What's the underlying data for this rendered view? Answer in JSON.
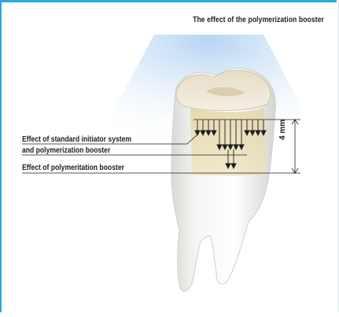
{
  "title": "The effect of the polymerization booster",
  "labels": {
    "standard_line1": "Effect of standard initiator system",
    "standard_line2": "and polymerization booster",
    "booster": "Effect of polymeritation booster"
  },
  "dimension": "4 mm",
  "colors": {
    "frame": "#29a9df",
    "light": "#cfe6f7",
    "tooth": "#f2f2ef",
    "cured_zone": "#e8ddb8",
    "text": "#1e1e1e"
  }
}
